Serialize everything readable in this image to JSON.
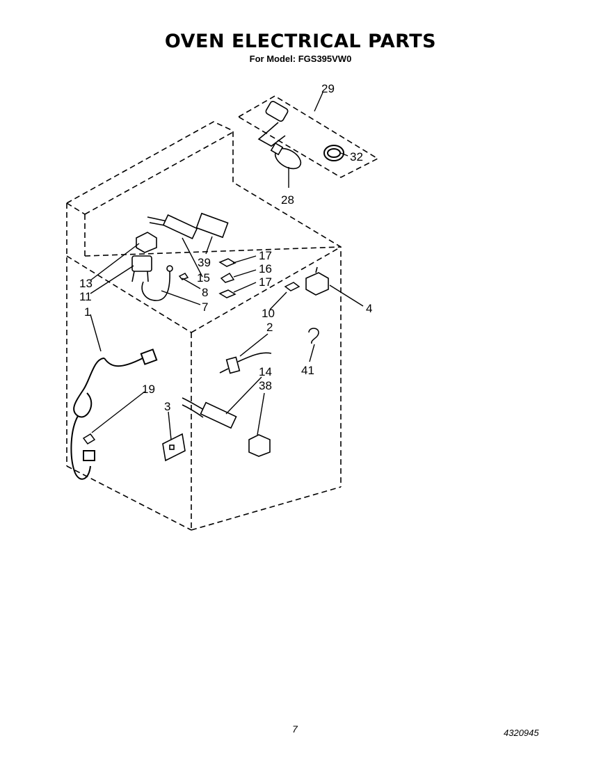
{
  "title": "OVEN ELECTRICAL PARTS",
  "subtitle": "For Model: FGS395VW0",
  "page_number": "7",
  "document_number": "4320945",
  "callouts": {
    "c29": "29",
    "c32": "32",
    "c28": "28",
    "c39": "39",
    "c17a": "17",
    "c16": "16",
    "c17b": "17",
    "c15": "15",
    "c13": "13",
    "c11": "11",
    "c8": "8",
    "c7": "7",
    "c10": "10",
    "c4": "4",
    "c1": "1",
    "c2": "2",
    "c41": "41",
    "c14": "14",
    "c38": "38",
    "c19": "19",
    "c3": "3"
  }
}
